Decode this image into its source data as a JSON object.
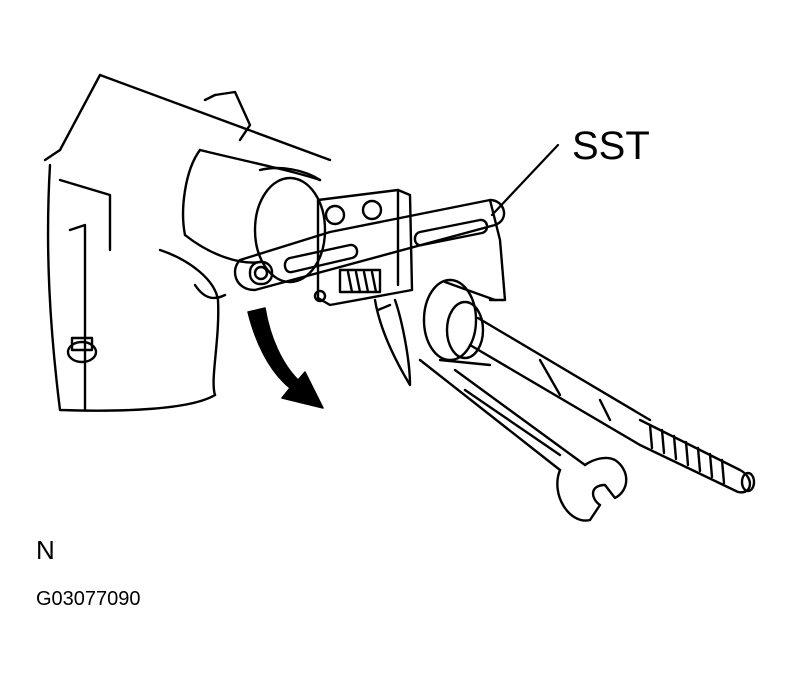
{
  "callouts": {
    "sst_label": "SST"
  },
  "footer": {
    "orientation_mark": "N",
    "figure_code": "G03077090"
  },
  "colors": {
    "line": "#000000",
    "background": "#ffffff"
  }
}
